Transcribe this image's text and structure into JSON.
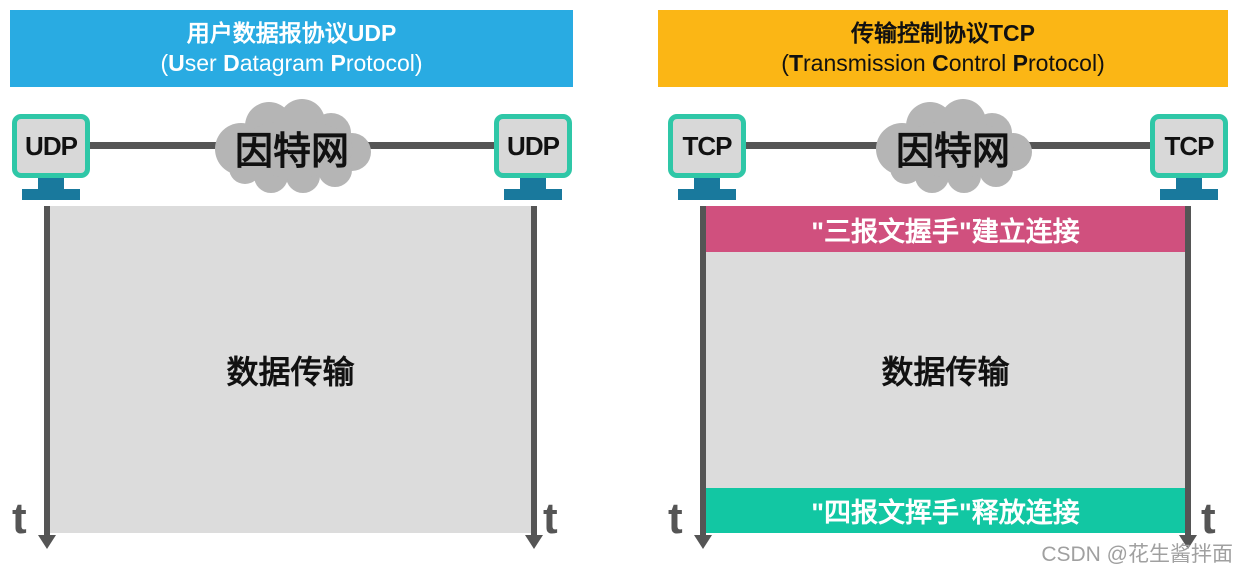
{
  "colors": {
    "udp_header_bg": "#29ABE2",
    "tcp_header_bg": "#FBB615",
    "monitor_frame": "#2FC7A7",
    "monitor_screen": "#D8D8D8",
    "monitor_stand": "#19799D",
    "cloud": "#B5B5B5",
    "timeline_box": "#DCDCDC",
    "handshake_bar": "#D0507E",
    "release_bar": "#12C7A3",
    "line": "#555555"
  },
  "udp_panel": {
    "header": {
      "title": "用户数据报协议UDP",
      "subtitle_segments": [
        "(",
        "U",
        "ser ",
        "D",
        "atagram ",
        "P",
        "rotocol",
        ")"
      ]
    },
    "host_left": "UDP",
    "host_right": "UDP",
    "cloud_label": "因特网",
    "box_label": "数据传输",
    "t_left": "t",
    "t_right": "t"
  },
  "tcp_panel": {
    "header": {
      "title": "传输控制协议TCP",
      "subtitle_segments": [
        "(",
        "T",
        "ransmission ",
        "C",
        "ontrol ",
        "P",
        "rotocol",
        ")"
      ]
    },
    "host_left": "TCP",
    "host_right": "TCP",
    "cloud_label": "因特网",
    "connect_bar": "\"三报文握手\"建立连接",
    "box_label": "数据传输",
    "release_bar": "\"四报文挥手\"释放连接",
    "t_left": "t",
    "t_right": "t"
  },
  "watermark": "CSDN @花生酱拌面"
}
